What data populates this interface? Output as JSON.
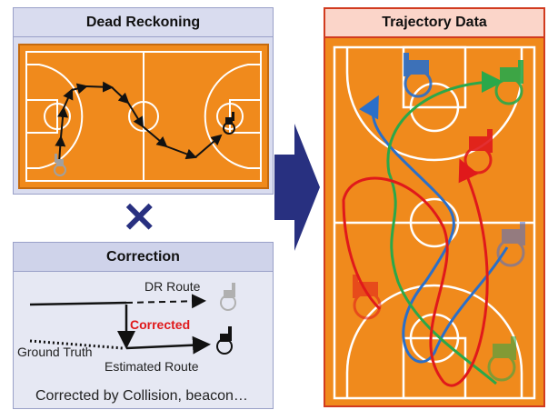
{
  "dead_reckoning": {
    "title": "Dead Reckoning"
  },
  "operator_symbol": "✕",
  "correction": {
    "title": "Correction",
    "dr_route": "DR Route",
    "corrected": "Corrected",
    "ground_truth": "Ground Truth",
    "estimated_route": "Estimated Route",
    "footer": "Corrected by Collision, beacon…"
  },
  "trajectory": {
    "title": "Trajectory Data"
  },
  "colors": {
    "court": "#f08a1c",
    "court_line": "#ffffff",
    "arrow_blue": "#283080",
    "corrected_text": "#e0191b",
    "traj_blue": "#2a6fc9",
    "traj_green": "#2aa84a",
    "traj_red": "#e0191b"
  }
}
